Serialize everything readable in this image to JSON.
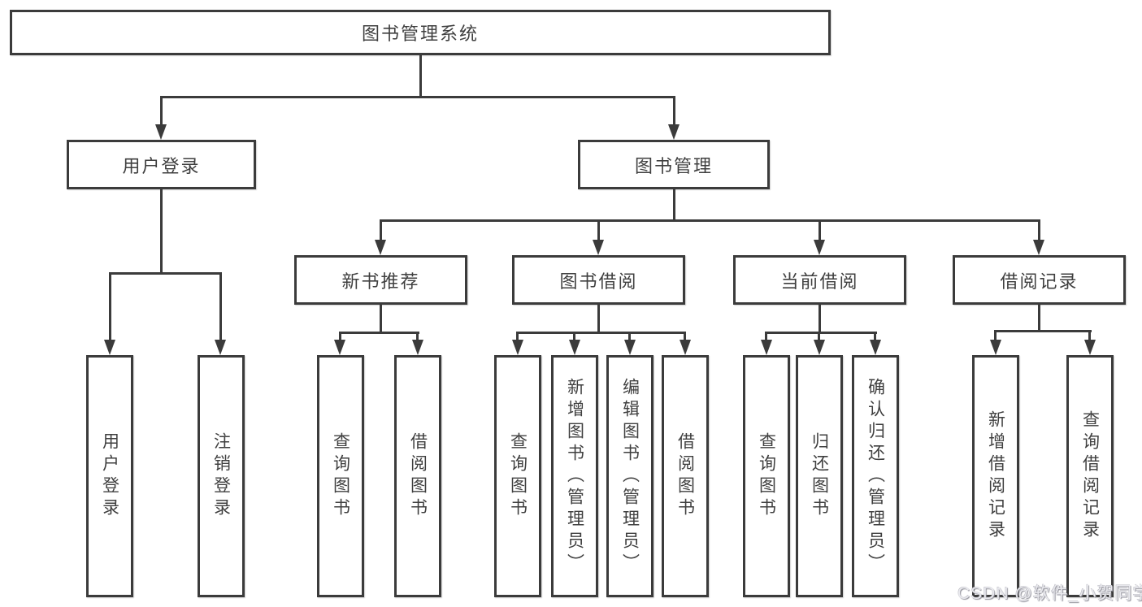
{
  "nodes": {
    "root": "图书管理系统",
    "user_login": "用户登录",
    "book_mgmt": "图书管理",
    "new_books": "新书推荐",
    "book_borrow": "图书借阅",
    "current_borrow": "当前借阅",
    "borrow_records": "借阅记录"
  },
  "leaves": {
    "user_login": [
      "用户登录",
      "注销登录"
    ],
    "new_books": [
      "查询图书",
      "借阅图书"
    ],
    "book_borrow": [
      "查询图书",
      "新增图书（管理员）",
      "编辑图书（管理员）",
      "借阅图书"
    ],
    "current_borrow": [
      "查询图书",
      "归还图书",
      "确认归还（管理员）"
    ],
    "borrow_records": [
      "新增借阅记录",
      "查询借阅记录"
    ]
  },
  "watermark": "CSDN @软件_小贺同学",
  "colors": {
    "line": "#3b3b3b",
    "text": "#3f3f3f",
    "background": "#ffffff",
    "watermark": "#e9e9ee"
  }
}
